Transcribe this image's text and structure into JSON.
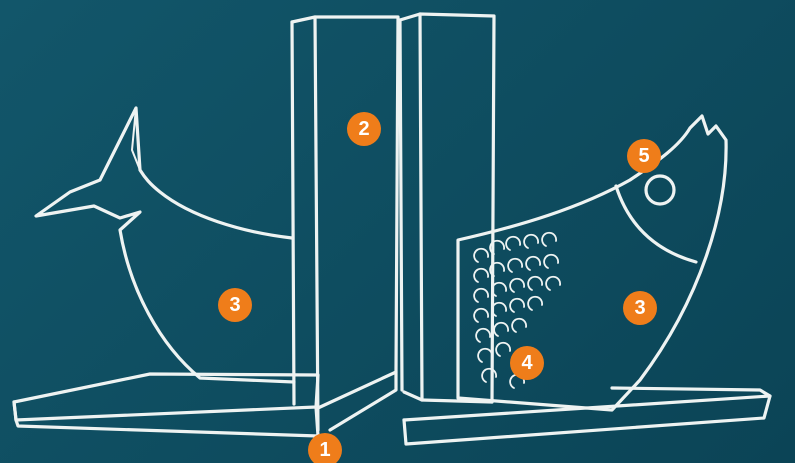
{
  "callouts": [
    {
      "id": "1",
      "label": "1"
    },
    {
      "id": "2",
      "label": "2"
    },
    {
      "id": "3a",
      "label": "3"
    },
    {
      "id": "3b",
      "label": "3"
    },
    {
      "id": "4",
      "label": "4"
    },
    {
      "id": "5",
      "label": "5"
    }
  ],
  "colors": {
    "background": "#0f4f62",
    "chalk": "#eef3f2",
    "callout_fill": "#ef7d1a",
    "callout_text": "#ffffff"
  },
  "icons": {
    "left_bookend": "fish-tail-bookend-drawing",
    "right_bookend": "fish-head-bookend-drawing",
    "books": "book-pair-drawing"
  }
}
